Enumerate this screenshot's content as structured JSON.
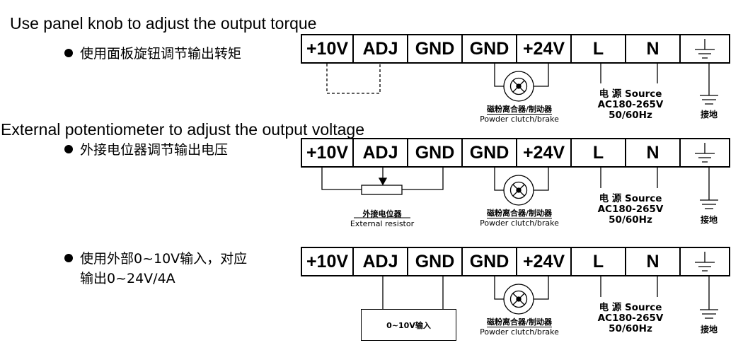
{
  "terminals": [
    "+10V",
    "ADJ",
    "GND",
    "GND",
    "+24V",
    "L",
    "N"
  ],
  "ground_symbol": "ground-icon",
  "sections": [
    {
      "heading_en": "Use panel knob to adjust the output torque",
      "bullet_cn": "使用面板旋钮调节输出转矩",
      "bullet_cn_line2": ""
    },
    {
      "heading_en": "External potentiometer to adjust the output voltage",
      "bullet_cn": "外接电位器调节输出电压",
      "bullet_cn_line2": "",
      "resistor_cn": "外接电位器",
      "resistor_en": "External resistor"
    },
    {
      "heading_en": "",
      "bullet_cn": "使用外部0~10V输入，对应",
      "bullet_cn_line2": "输出0~24V/4A",
      "input_box": "0~10V输入"
    }
  ],
  "labels": {
    "clutch_cn": "磁粉离合器/制动器",
    "clutch_en": "Powder clutch/brake",
    "source_line1": "电 源 Source",
    "source_line2": "AC180-265V",
    "source_line3": "50/60Hz",
    "earth": "接地"
  }
}
